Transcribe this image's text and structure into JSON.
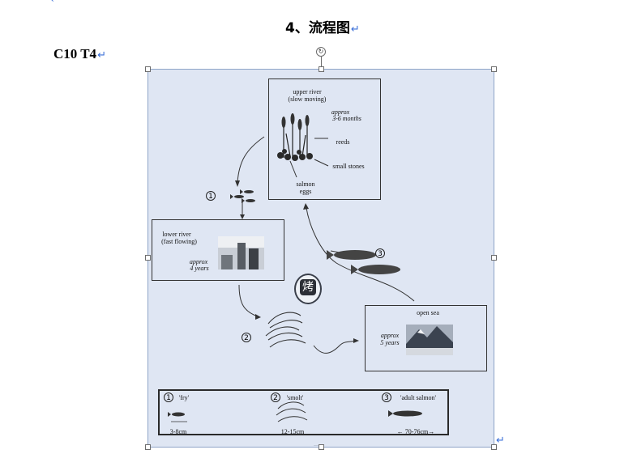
{
  "doc": {
    "heading": "4、流程图",
    "subheading": "C10 T4",
    "pilcrow": "↵",
    "top_mark": "‹",
    "colors": {
      "accent": "#3a6fd8",
      "figure_bg": "#dfe6f3",
      "selection": "#8ea4c8"
    }
  },
  "diagram": {
    "upper_river": {
      "title_line1": "upper river",
      "title_line2": "(slow moving)",
      "approx_line1": "approx",
      "approx_line2": "3-6 months",
      "reeds": "reeds",
      "small_stones": "small stones",
      "eggs_line1": "salmon",
      "eggs_line2": "eggs"
    },
    "lower_river": {
      "title_line1": "lower river",
      "title_line2": "(fast flowing)",
      "approx_line1": "approx",
      "approx_line2": "4 years"
    },
    "open_sea": {
      "title": "open sea",
      "approx_line1": "approx",
      "approx_line2": "5 years"
    },
    "stage_numbers": [
      "1",
      "2",
      "3"
    ],
    "watermark_glyph": "烤",
    "legend": {
      "fry": {
        "num": "1",
        "label": "'fry'",
        "size": "3-8cm"
      },
      "smolt": {
        "num": "2",
        "label": "'smolt'",
        "size": "12-15cm"
      },
      "adult": {
        "num": "3",
        "label": "'adult salmon'",
        "size": "← 70-76cm→"
      }
    },
    "caption_faint": "......"
  }
}
